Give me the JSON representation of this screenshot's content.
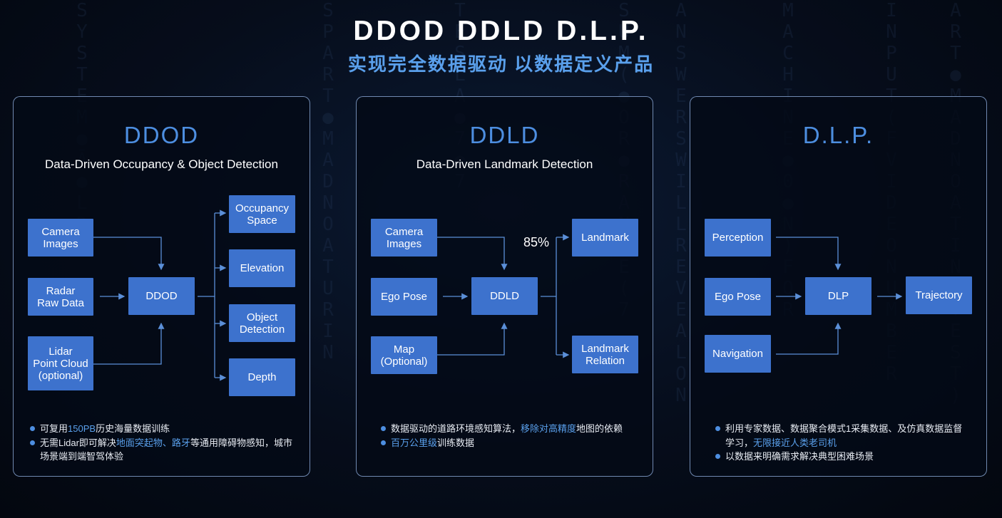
{
  "header": {
    "title": "DDOD DDLD D.L.P.",
    "subtitle": "实现完全数据驱动 以数据定义产品"
  },
  "panels": [
    {
      "name": "DDOD",
      "fullname": "Data-Driven Occupancy & Object Detection",
      "nodes": {
        "camera": "Camera\nImages",
        "radar": "Radar\nRaw Data",
        "lidar": "Lidar\nPoint Cloud\n(optional)",
        "center": "DDOD",
        "occupancy": "Occupancy\nSpace",
        "elevation": "Elevation",
        "object": "Object\nDetection",
        "depth": "Depth"
      },
      "bullets": [
        {
          "pre": "可复用",
          "hl": "150PB",
          "post": "历史海量数据训练",
          "hl2": "",
          "post2": ""
        },
        {
          "pre": "无需Lidar即可解决",
          "hl": "地面突起物、路牙",
          "post": "等通用障碍物感知，城市场景端到端智驾体验",
          "hl2": "",
          "post2": ""
        }
      ]
    },
    {
      "name": "DDLD",
      "fullname": "Data-Driven Landmark Detection",
      "nodes": {
        "camera": "Camera\nImages",
        "ego": "Ego Pose",
        "map": "Map\n(Optional)",
        "center": "DDLD",
        "landmark": "Landmark",
        "relation": "Landmark\nRelation"
      },
      "annotation": "85%",
      "bullets": [
        {
          "pre": "数据驱动的道路环境感知算法，",
          "hl": "移除对高精度",
          "post": "地图的依赖",
          "hl2": "",
          "post2": ""
        },
        {
          "pre": "",
          "hl": "百万公里级",
          "post": "训练数据",
          "hl2": "",
          "post2": ""
        }
      ]
    },
    {
      "name": "D.L.P.",
      "fullname": "",
      "nodes": {
        "perception": "Perception",
        "ego": "Ego Pose",
        "navigation": "Navigation",
        "center": "DLP",
        "trajectory": "Trajectory"
      },
      "bullets": [
        {
          "pre": "利用专家数据、数据聚合模式1采集数据、及仿真数据监督学习，",
          "hl": "无限接近人类老司机",
          "post": "",
          "hl2": "",
          "post2": ""
        },
        {
          "pre": "以数据来明确需求解决典型困难场景",
          "hl": "",
          "post": "",
          "hl2": "",
          "post2": ""
        }
      ]
    }
  ],
  "colors": {
    "node": "#3d72cd",
    "accent": "#4d8ee0",
    "highlight": "#5aa0ec",
    "wire": "#5b8fd8"
  }
}
